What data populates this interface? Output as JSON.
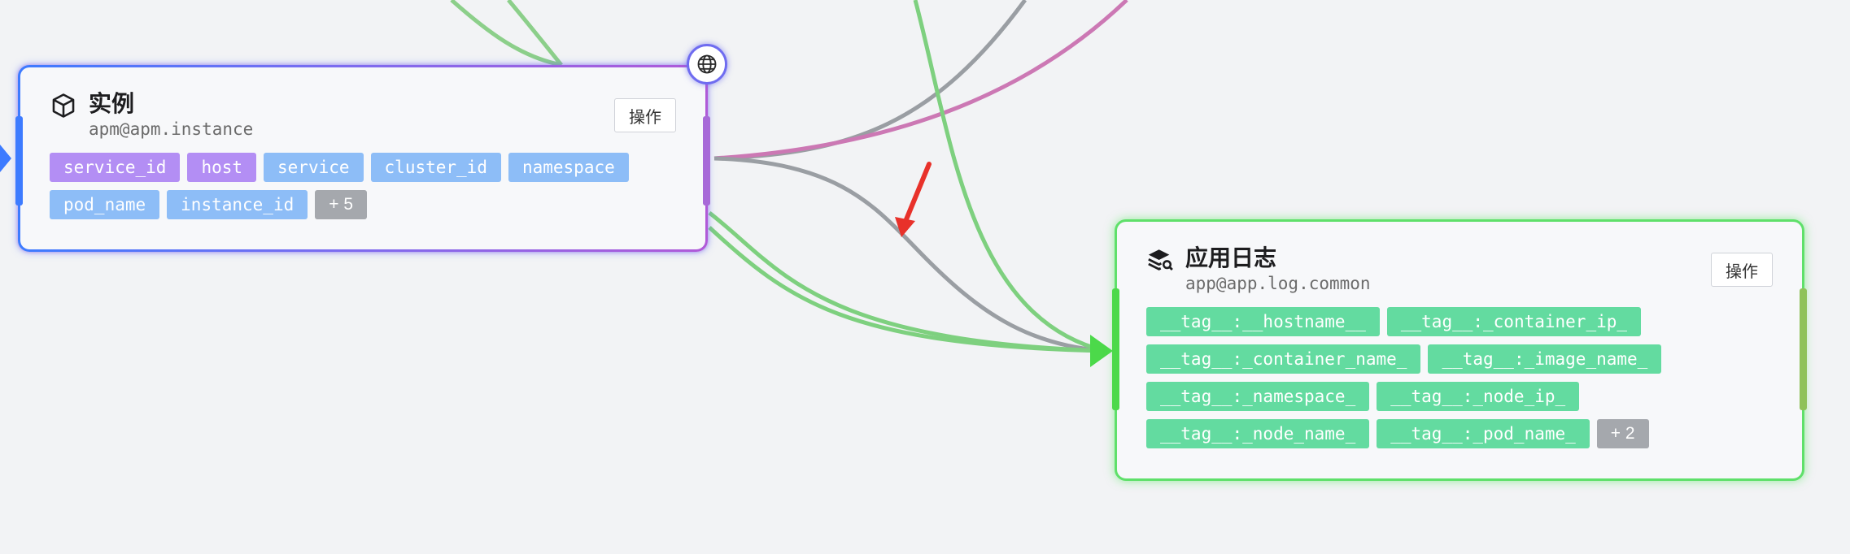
{
  "nodes": {
    "instance": {
      "title": "实例",
      "subtitle": "apm@apm.instance",
      "action_label": "操作",
      "tags": [
        {
          "label": "service_id",
          "color": "#b38ef4"
        },
        {
          "label": "host",
          "color": "#b38ef4"
        },
        {
          "label": "service",
          "color": "#8dbdf7"
        },
        {
          "label": "cluster_id",
          "color": "#8dbdf7"
        },
        {
          "label": "namespace",
          "color": "#8dbdf7"
        },
        {
          "label": "pod_name",
          "color": "#8dbdf7"
        },
        {
          "label": "instance_id",
          "color": "#8dbdf7"
        }
      ],
      "more_label": "+ 5",
      "icon": "cube-icon",
      "badge_icon": "globe-icon"
    },
    "applog": {
      "title": "应用日志",
      "subtitle": "app@app.log.common",
      "action_label": "操作",
      "tags": [
        {
          "label": "__tag__:__hostname__",
          "color": "#63dba0"
        },
        {
          "label": "__tag__:_container_ip_",
          "color": "#63dba0"
        },
        {
          "label": "__tag__:_container_name_",
          "color": "#63dba0"
        },
        {
          "label": "__tag__:_image_name_",
          "color": "#63dba0"
        },
        {
          "label": "__tag__:_namespace_",
          "color": "#63dba0"
        },
        {
          "label": "__tag__:_node_ip_",
          "color": "#63dba0"
        },
        {
          "label": "__tag__:_node_name_",
          "color": "#63dba0"
        },
        {
          "label": "__tag__:_pod_name_",
          "color": "#63dba0"
        }
      ],
      "more_label": "+ 2",
      "icon": "log-layers-search-icon"
    }
  },
  "colors": {
    "edge_green": "#7ed07f",
    "edge_gray": "#9a9ea3",
    "edge_pink": "#cc78b4",
    "annotation_arrow": "#e8312a"
  }
}
